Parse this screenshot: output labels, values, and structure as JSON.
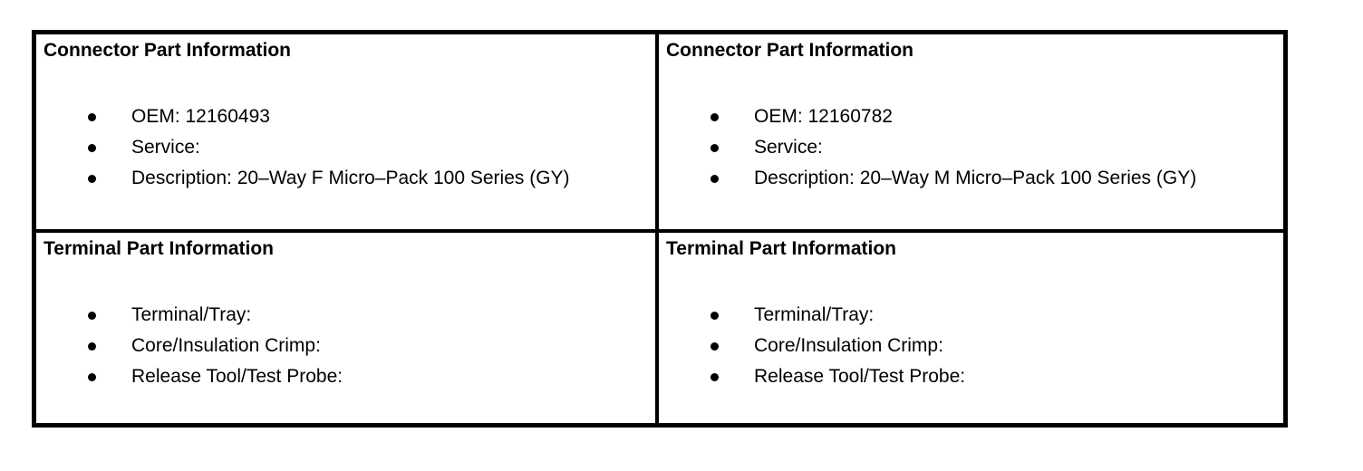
{
  "page": {
    "background_color": "#ffffff"
  },
  "table": {
    "border_color": "#000000",
    "text_color": "#000000",
    "cells": [
      {
        "id": "connector-part-info-left",
        "title": "Connector Part Information",
        "items": [
          "OEM: 12160493",
          "Service:",
          "Description: 20–Way F Micro–Pack 100 Series (GY)"
        ]
      },
      {
        "id": "connector-part-info-right",
        "title": "Connector Part Information",
        "items": [
          "OEM: 12160782",
          "Service:",
          "Description: 20–Way M Micro–Pack 100 Series (GY)"
        ]
      },
      {
        "id": "terminal-part-info-left",
        "title": "Terminal Part Information",
        "items": [
          "Terminal/Tray:",
          "Core/Insulation Crimp:",
          "Release Tool/Test Probe:"
        ]
      },
      {
        "id": "terminal-part-info-right",
        "title": "Terminal Part Information",
        "items": [
          "Terminal/Tray:",
          "Core/Insulation Crimp:",
          "Release Tool/Test Probe:"
        ]
      }
    ]
  }
}
